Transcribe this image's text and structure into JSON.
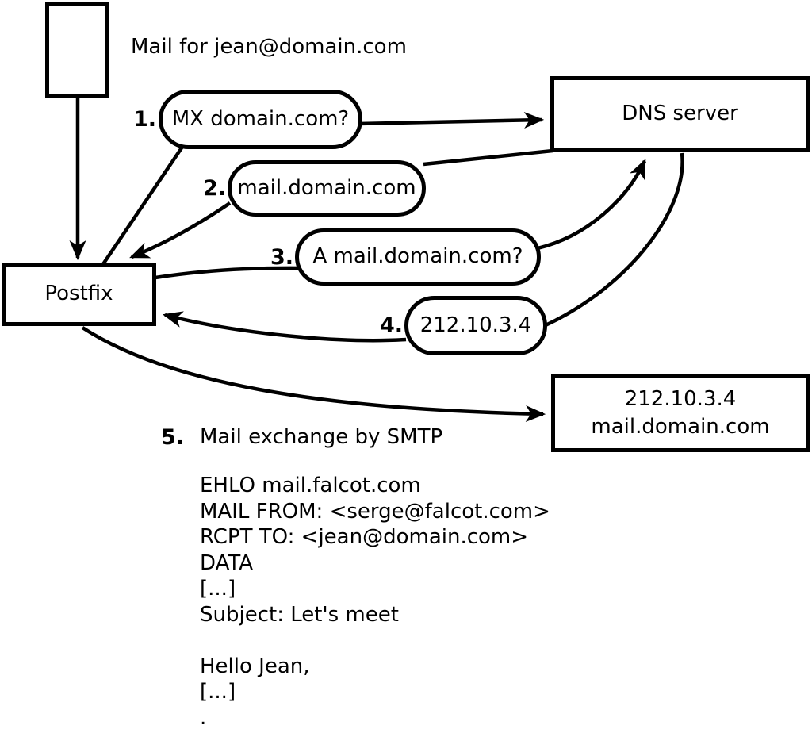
{
  "note": "Mail for jean@domain.com",
  "nodes": {
    "postfix": "Postfix",
    "dns_server": "DNS server",
    "mail_server_line1": "212.10.3.4",
    "mail_server_line2": "mail.domain.com"
  },
  "steps": [
    {
      "num": "1.",
      "label": "MX domain.com?"
    },
    {
      "num": "2.",
      "label": "mail.domain.com"
    },
    {
      "num": "3.",
      "label": "A mail.domain.com?"
    },
    {
      "num": "4.",
      "label": "212.10.3.4"
    },
    {
      "num": "5.",
      "label": "Mail exchange by SMTP"
    }
  ],
  "smtp_session": "EHLO mail.falcot.com\nMAIL FROM: <serge@falcot.com>\nRCPT TO: <jean@domain.com>\nDATA\n[...]\nSubject: Let's meet\n\nHello Jean,\n[...]\n.",
  "colors": {
    "stroke": "#000000",
    "background": "#ffffff"
  }
}
